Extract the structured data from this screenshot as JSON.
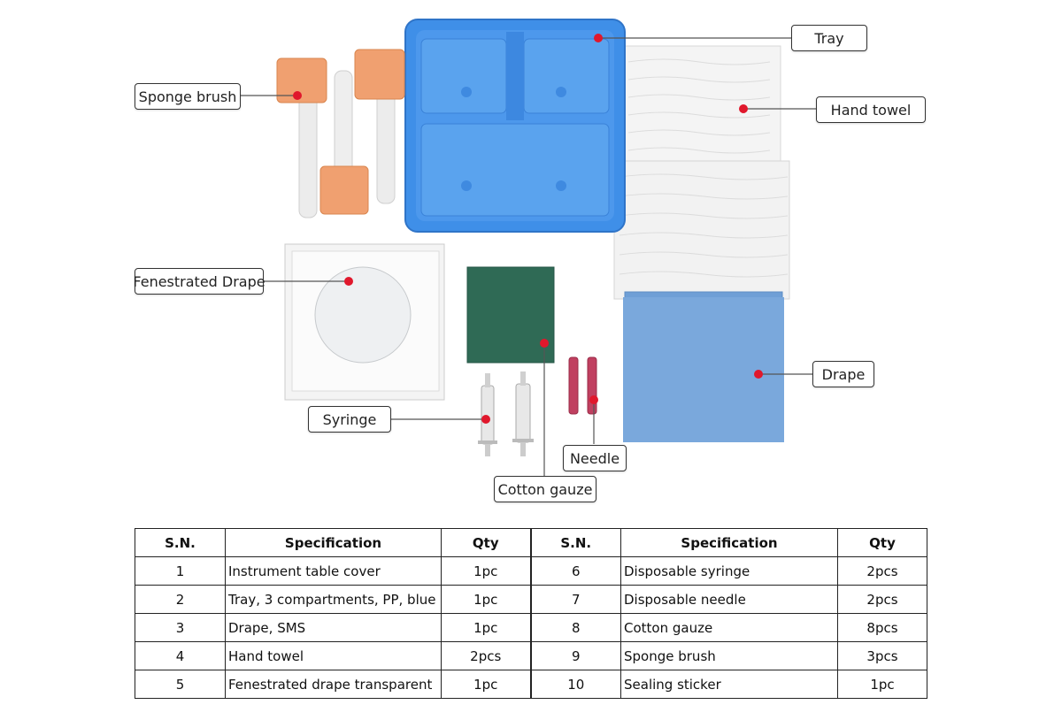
{
  "labels": {
    "tray": "Tray",
    "sponge_brush": "Sponge brush",
    "hand_towel": "Hand towel",
    "fenestrated_drape": "Fenestrated Drape",
    "drape": "Drape",
    "syringe": "Syringe",
    "needle": "Needle",
    "cotton_gauze": "Cotton gauze"
  },
  "table": {
    "headers": [
      "S.N.",
      "Specification",
      "Qty",
      "S.N.",
      "Specification",
      "Qty"
    ],
    "rows": [
      {
        "sn1": "1",
        "spec1": "Instrument table cover",
        "qty1": "1pc",
        "sn2": "6",
        "spec2": "Disposable syringe",
        "qty2": "2pcs"
      },
      {
        "sn1": "2",
        "spec1": "Tray, 3 compartments, PP, blue",
        "qty1": "1pc",
        "sn2": "7",
        "spec2": "Disposable needle",
        "qty2": "2pcs"
      },
      {
        "sn1": "3",
        "spec1": "Drape, SMS",
        "qty1": "1pc",
        "sn2": "8",
        "spec2": "Cotton gauze",
        "qty2": "8pcs"
      },
      {
        "sn1": "4",
        "spec1": "Hand towel",
        "qty1": "2pcs",
        "sn2": "9",
        "spec2": "Sponge brush",
        "qty2": "3pcs"
      },
      {
        "sn1": "5",
        "spec1": "Fenestrated drape transparent",
        "qty1": "1pc",
        "sn2": "10",
        "spec2": "Sealing sticker",
        "qty2": "1pc"
      }
    ]
  },
  "colors": {
    "tray_blue": "#3f8fe8",
    "sponge_orange": "#f0a070",
    "gauze_green": "#2f6a55",
    "drape_blue": "#7aa8dc",
    "marker_red": "#e0182c"
  }
}
